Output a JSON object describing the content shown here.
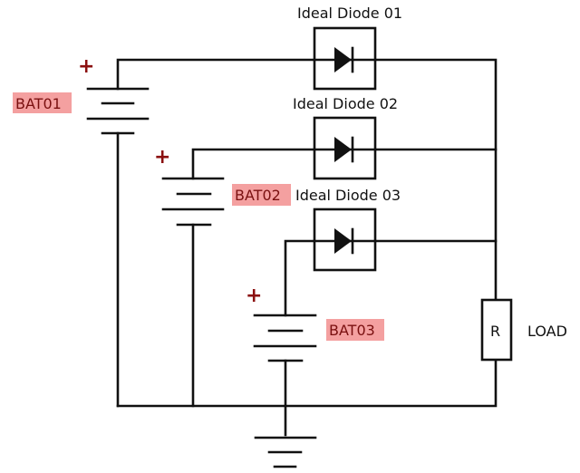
{
  "diagram": {
    "type": "circuit-schematic",
    "colors": {
      "wire": "#111111",
      "battery_label_bg": "#f4a0a0",
      "battery_label_text": "#7a1010",
      "polarity_mark": "#8b1010"
    },
    "batteries": [
      {
        "id": "BAT01",
        "label": "BAT01",
        "polarity": "+"
      },
      {
        "id": "BAT02",
        "label": "BAT02",
        "polarity": "+"
      },
      {
        "id": "BAT03",
        "label": "BAT03",
        "polarity": "+"
      }
    ],
    "diodes": [
      {
        "id": "D1",
        "label": "Ideal Diode 01",
        "from": "BAT01",
        "to": "load-rail"
      },
      {
        "id": "D2",
        "label": "Ideal Diode 02",
        "from": "BAT02",
        "to": "load-rail"
      },
      {
        "id": "D3",
        "label": "Ideal Diode 03",
        "from": "BAT03",
        "to": "load-rail"
      }
    ],
    "load": {
      "symbol": "R",
      "label": "LOAD"
    },
    "ground": {
      "symbol": "ground"
    }
  }
}
